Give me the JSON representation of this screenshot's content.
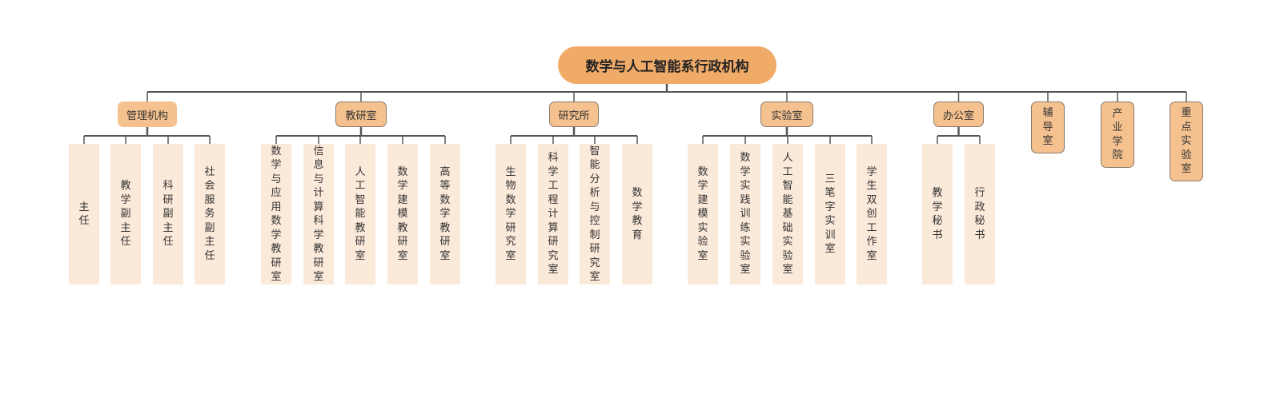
{
  "root": {
    "title": "数学与人工智能系行政机构"
  },
  "colors": {
    "root": "#f0ab68",
    "branch": "#f4c18f",
    "leaf": "#fbe9da",
    "line": "#555555"
  },
  "branches": [
    {
      "label": "管理机构",
      "children": [
        "主任",
        "教学副主任",
        "科研副主任",
        "社会服务副主任"
      ]
    },
    {
      "label": "教研室",
      "children": [
        "数学与应用数学教研室",
        "信息与计算科学教研室",
        "人工智能教研室",
        "数学建模教研室",
        "高等数学教研室"
      ]
    },
    {
      "label": "研究所",
      "children": [
        "生物数学研究室",
        "科学工程计算研究室",
        "智能分析与控制研究室",
        "数学教育"
      ]
    },
    {
      "label": "实验室",
      "children": [
        "数学建模实验室",
        "数学实践训练实验室",
        "人工智能基础实验室",
        "三笔字实训室",
        "学生双创工作室"
      ]
    },
    {
      "label": "办公室",
      "children": [
        "教学秘书",
        "行政秘书"
      ]
    },
    {
      "label": "辅导室",
      "children": []
    },
    {
      "label": "产业学院",
      "children": []
    },
    {
      "label": "重点实验室",
      "children": []
    }
  ]
}
